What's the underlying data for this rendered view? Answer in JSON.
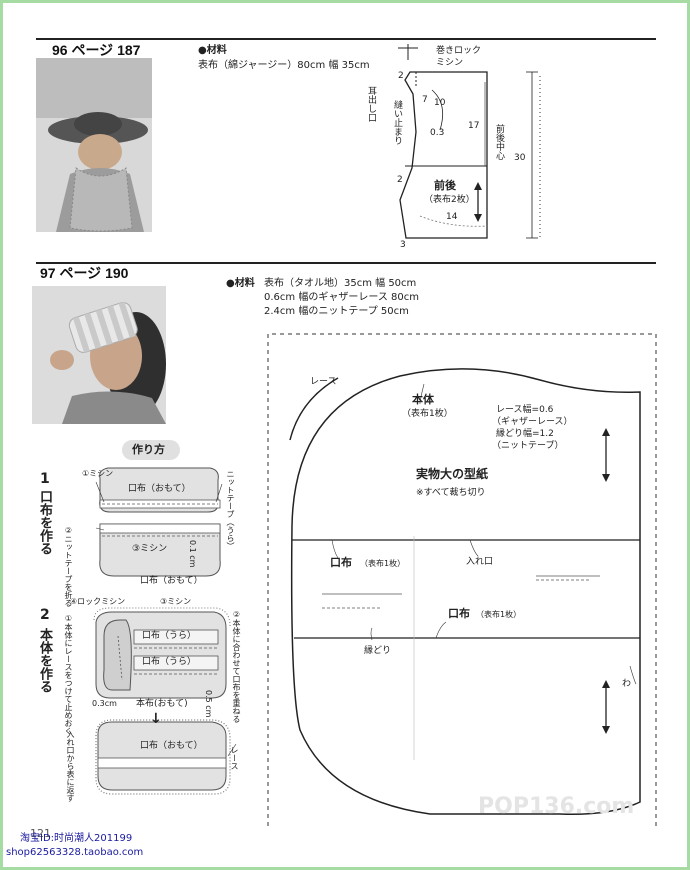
{
  "section96": {
    "title": "96 ページ 187",
    "materials_heading": "●材料",
    "materials": "表布（綿ジャージー）80cm 幅 35cm",
    "diagram": {
      "label_top_1": "巻きロック",
      "label_top_2": "ミシン",
      "ear_label": "耳出し口",
      "stitch_stop": "縫い止まり",
      "center_front_back": "前後中心",
      "piece_name": "前後",
      "piece_fabric": "（表布2枚）",
      "dims": {
        "d2a": "2",
        "d7": "7",
        "d10": "10",
        "d03": "0.3",
        "d17": "17",
        "d30": "30",
        "d2b": "2",
        "d14": "14",
        "d3": "3"
      }
    }
  },
  "section97": {
    "title": "97 ページ 190",
    "materials_heading": "●材料",
    "materials": [
      "表布（タオル地）35cm 幅 50cm",
      "0.6cm 幅のギャザーレース 80cm",
      "2.4cm 幅のニットテープ 50cm"
    ],
    "howto_title": "作り方",
    "step1": {
      "number": "1",
      "title": "口布を作る",
      "callout1": "①ミシン",
      "callout2": "②ニットテープを折る",
      "callout3": "ニットテープ（うら）",
      "fabric_top": "口布（おもて）",
      "sew3": "③ミシン",
      "dim": "0.1 cm",
      "fabric_bottom": "口布（おもて）"
    },
    "step2": {
      "number": "2",
      "title": "本体を作る",
      "lock": "④ロックミシン",
      "sew3": "③ミシン",
      "note1": "①本体にレースをつけて止めおく",
      "note2": "②本体に合わせて口布を重ねる",
      "fabric_ura1": "口布（うら）",
      "fabric_ura2": "口布（うら）",
      "dim05": "0.5 cm",
      "dim03": "0.3cm",
      "body_omote": "本布(おもて)",
      "arrow": "↓",
      "turn_note": "入れ口から表に返す",
      "fabric_final": "口布（おもて）",
      "lace": "レース"
    },
    "pattern": {
      "lace": "レース",
      "body": "本体",
      "body_fabric": "（表布1枚）",
      "spec1": "レース幅=0.6",
      "spec2": "（ギャザーレース）",
      "spec3": "縁どり幅=1.2",
      "spec4": "（ニットテープ）",
      "fullsize": "実物大の型紙",
      "note": "※すべて裁ち切り",
      "mouth1": "口布",
      "mouth1_fabric": "（表布1枚）",
      "opening": "入れ口",
      "mouth2": "口布",
      "mouth2_fabric": "（表布1枚）",
      "trim": "縁どり",
      "wa": "わ"
    }
  },
  "footer": {
    "page_number": "121",
    "shop_line1": "淘宝ID:时尚潮人201199",
    "shop_line2": "shop62563328.taobao.com",
    "watermark": "POP136.com"
  },
  "colors": {
    "frame": "#a6dba3",
    "footer_text": "#1a1aa0",
    "ink": "#222222"
  }
}
